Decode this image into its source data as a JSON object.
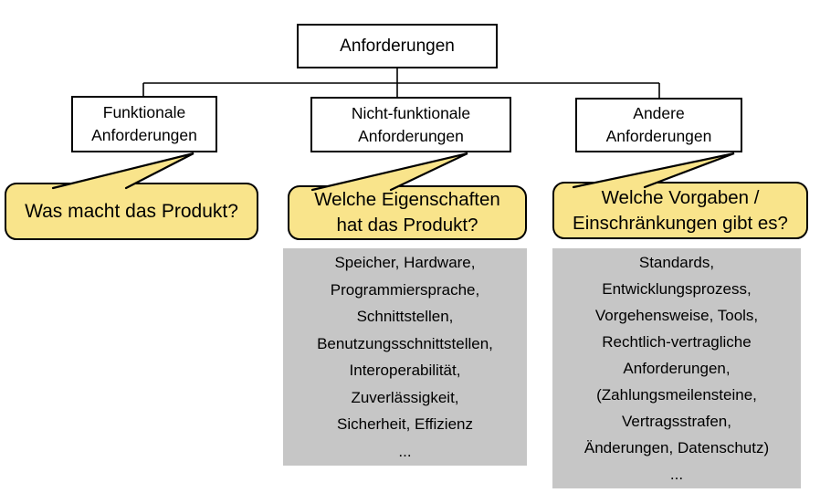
{
  "diagram": {
    "root": {
      "label": "Anforderungen"
    },
    "branches": [
      {
        "label": "Funktionale\nAnforderungen",
        "question": "Was macht das Produkt?"
      },
      {
        "label": "Nicht-funktionale\nAnforderungen",
        "question": "Welche Eigenschaften\nhat das Produkt?",
        "details": "Speicher, Hardware,\nProgrammiersprache,\nSchnittstellen,\nBenutzungsschnittstellen,\nInteroperabilität,\nZuverlässigkeit,\nSicherheit, Effizienz\n..."
      },
      {
        "label": "Andere\nAnforderungen",
        "question": "Welche Vorgaben /\nEinschränkungen gibt es?",
        "details": "Standards,\nEntwicklungsprozess,\nVorgehensweise, Tools,\nRechtlich-vertragliche\nAnforderungen,\n(Zahlungsmeilensteine,\nVertragsstrafen,\nÄnderungen, Datenschutz)\n..."
      }
    ],
    "colors": {
      "bubble-fill": "#F9E48B",
      "panel-fill": "#C6C6C6",
      "line": "#000000",
      "background": "#FFFFFF"
    }
  }
}
